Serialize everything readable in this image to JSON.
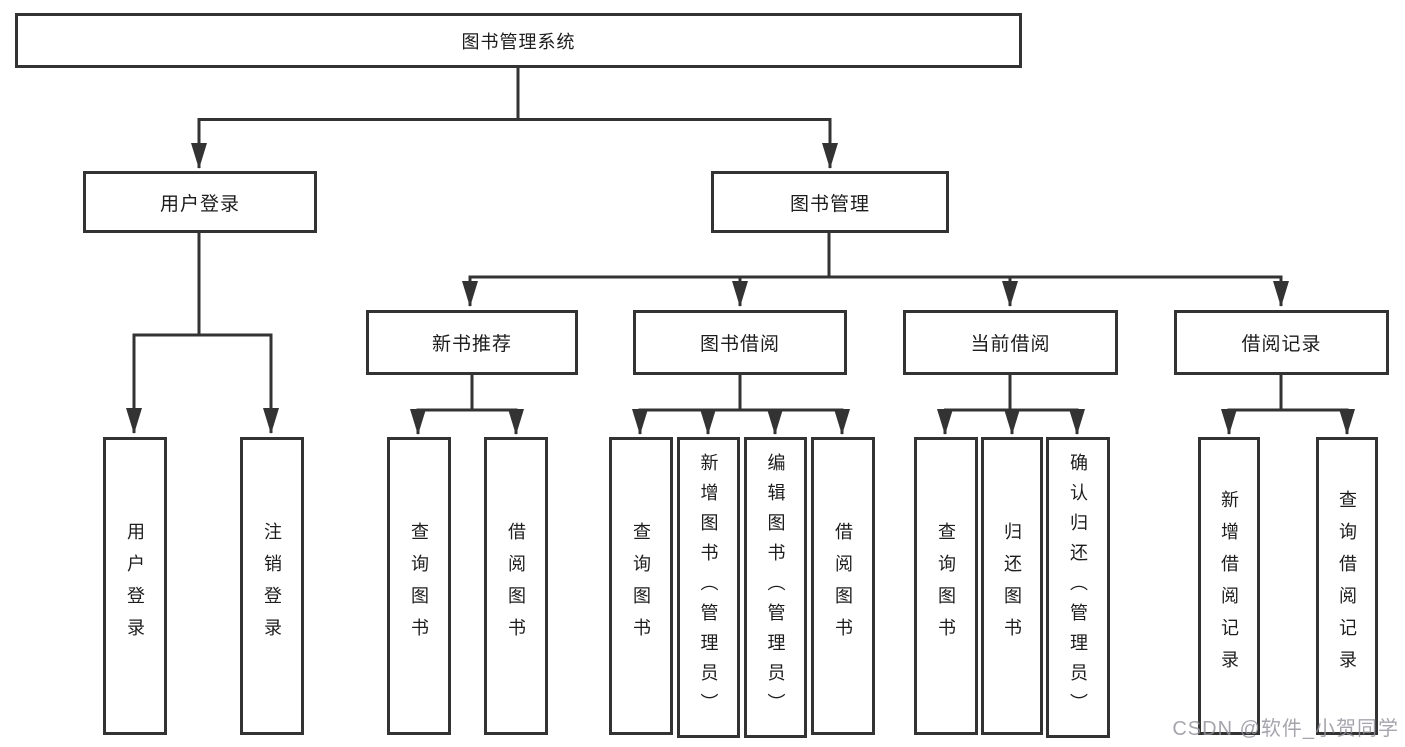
{
  "diagram": {
    "root": {
      "label": "图书管理系统"
    },
    "branches": [
      {
        "label": "用户登录",
        "children": [
          {
            "label": "用户登录"
          },
          {
            "label": "注销登录"
          }
        ]
      },
      {
        "label": "图书管理",
        "children": [
          {
            "label": "新书推荐",
            "children": [
              {
                "label": "查询图书"
              },
              {
                "label": "借阅图书"
              }
            ]
          },
          {
            "label": "图书借阅",
            "children": [
              {
                "label": "查询图书"
              },
              {
                "label": "新增图书（管理员）"
              },
              {
                "label": "编辑图书（管理员）"
              },
              {
                "label": "借阅图书"
              }
            ]
          },
          {
            "label": "当前借阅",
            "children": [
              {
                "label": "查询图书"
              },
              {
                "label": "归还图书"
              },
              {
                "label": "确认归还（管理员）"
              }
            ]
          },
          {
            "label": "借阅记录",
            "children": [
              {
                "label": "新增借阅记录"
              },
              {
                "label": "查询借阅记录"
              }
            ]
          }
        ]
      }
    ]
  },
  "watermark": {
    "text": "CSDN @软件_小贺同学"
  },
  "colors": {
    "line": "#333333",
    "box_border": "#333333",
    "text": "#1d1d1d",
    "background": "#ffffff",
    "watermark": "#9191a0"
  }
}
